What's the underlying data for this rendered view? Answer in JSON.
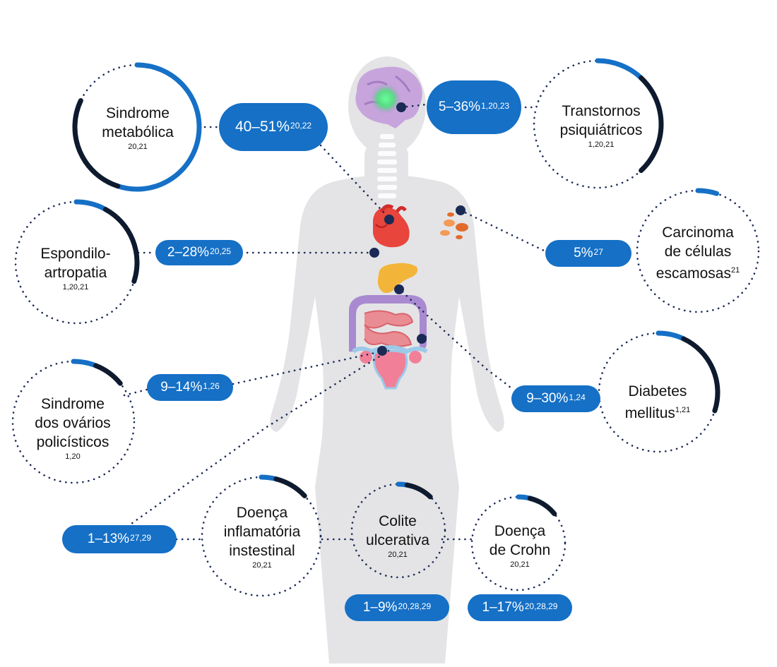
{
  "colors": {
    "pill": "#1570c6",
    "arc_blue": "#1570c6",
    "arc_dark": "#0e1a2e",
    "dots": "#1b2a55",
    "silhouette": "#e4e4e6"
  },
  "conditions": [
    {
      "id": "metabolic",
      "name": "Sindrome\nmetabólica",
      "ref": "20,21",
      "ref_inline": "",
      "pill_main": "40–51%",
      "pill_sup": "20,22",
      "arc_fraction": 0.82,
      "arc_blue_fraction": 0.55
    },
    {
      "id": "psych",
      "name": "Transtornos\npsiquiátricos",
      "ref": "1,20,21",
      "ref_inline": "",
      "pill_main": "5–36%",
      "pill_sup": "1,20,23",
      "arc_fraction": 0.38,
      "arc_blue_fraction": 0.12
    },
    {
      "id": "spondylo",
      "name": "Espondilo-\nartropatia",
      "ref": "1,20,21",
      "ref_inline": "",
      "pill_main": "2–28%",
      "pill_sup": "20,25",
      "arc_fraction": 0.3,
      "arc_blue_fraction": 0.08
    },
    {
      "id": "scc",
      "name": "Carcinoma\nde células\nescamosas",
      "ref": "",
      "ref_inline": "21",
      "pill_main": "5%",
      "pill_sup": "27",
      "arc_fraction": 0.05,
      "arc_blue_fraction": 0.05
    },
    {
      "id": "pcos",
      "name": "Sindrome\ndos ovários\npolicísticos",
      "ref": "1,20",
      "ref_inline": "",
      "pill_main": "9–14%",
      "pill_sup": "1,26",
      "arc_fraction": 0.14,
      "arc_blue_fraction": 0.06
    },
    {
      "id": "diabetes",
      "name": "Diabetes\nmellitus",
      "ref": "",
      "ref_inline": "1,21",
      "pill_main": "9–30%",
      "pill_sup": "1,24",
      "arc_fraction": 0.3,
      "arc_blue_fraction": 0.07
    },
    {
      "id": "ibd",
      "name": "Doença\ninflamatória\ninstestinal",
      "ref": "20,21",
      "ref_inline": "",
      "pill_main": "1–13%",
      "pill_sup": "27,29",
      "arc_fraction": 0.13,
      "arc_blue_fraction": 0.04
    },
    {
      "id": "uc",
      "name": "Colite\nulcerativa",
      "ref": "20,21",
      "ref_inline": "",
      "pill_main": "1–9%",
      "pill_sup": "20,28,29",
      "arc_fraction": 0.12,
      "arc_blue_fraction": 0.03
    },
    {
      "id": "crohn",
      "name": "Doença\nde Crohn",
      "ref": "20,21",
      "ref_inline": "",
      "pill_main": "1–17%",
      "pill_sup": "20,28,29",
      "arc_fraction": 0.14,
      "arc_blue_fraction": 0.04
    }
  ]
}
